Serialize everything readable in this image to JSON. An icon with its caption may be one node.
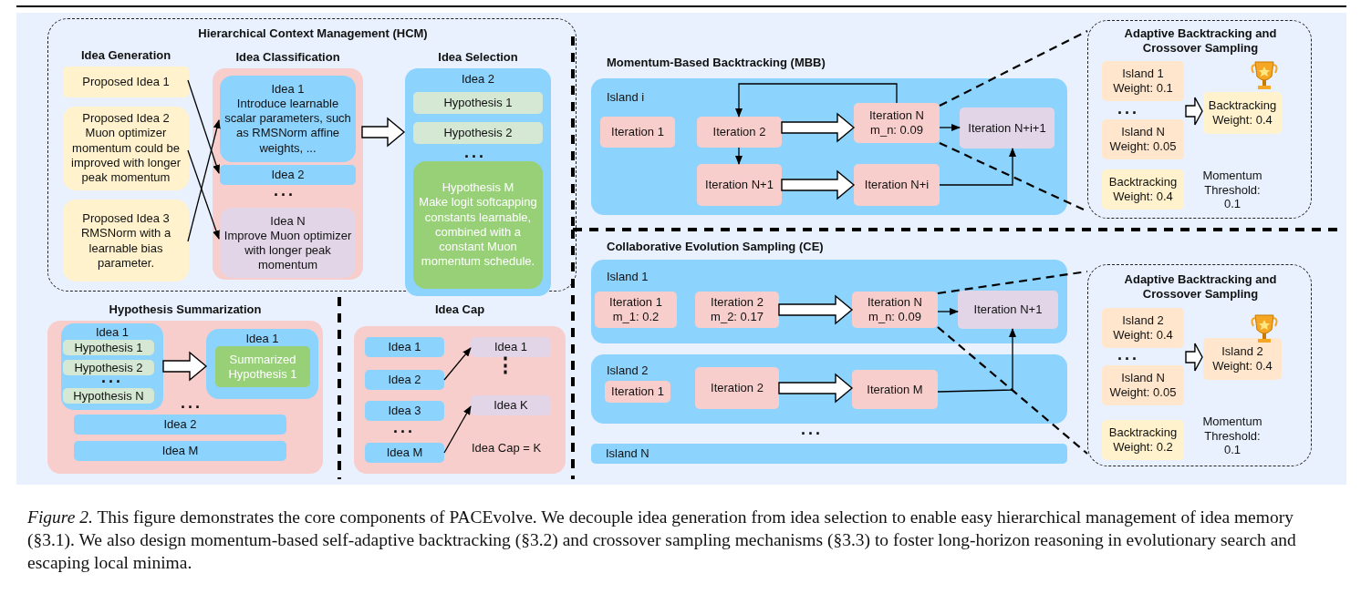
{
  "diagram": {
    "caption": "*Figure 2.* This figure demonstrates the core components of PACEvolve. We decouple idea generation from idea selection to enable easy hierarchical management of idea memory (§3.1). We also design momentum-based self-adaptive backtracking (§3.2) and crossover sampling mechanisms (§3.3) to foster long-horizon reasoning in evolutionary search and escaping local minima.",
    "nodes": [
      {
        "text": [
          "Hierarchical Context Management (HCM)"
        ]
      },
      {
        "text": [
          "Idea Generation"
        ],
        "in": 0
      },
      {
        "text": [
          "Proposed Idea 1"
        ],
        "in": 1
      },
      {
        "text": [
          "Proposed Idea 2 Muon optimizer momentum could be improved with longer peak momentum"
        ],
        "in": 1
      },
      {
        "text": [
          "Proposed Idea 3 RMSNorm with a learnable bias parameter."
        ],
        "in": 1
      },
      {
        "text": [
          "Idea Classification"
        ],
        "in": 0
      },
      {
        "text": [
          "Idea 1",
          "Introduce learnable scalar parameters, such as RMSNorm affine weights, ..."
        ],
        "in": 5
      },
      {
        "text": [
          "Idea 2"
        ],
        "in": 5
      },
      {
        "text": [
          "Idea N",
          "Improve Muon optimizer with longer peak momentum"
        ],
        "in": 5
      },
      {
        "text": [
          "Idea Selection",
          "Idea 2"
        ],
        "in": 0
      },
      {
        "text": [
          "Hypothesis 1"
        ],
        "in": 9
      },
      {
        "text": [
          "Hypothesis 2"
        ],
        "in": 9
      },
      {
        "text": [
          "Hypothesis M",
          "Make logit softcapping constants learnable, combined with a constant Muon momentum schedule."
        ],
        "in": 9
      },
      {
        "text": [
          "Hypothesis Summarization"
        ]
      },
      {
        "text": [
          "Idea 1"
        ],
        "in": 13
      },
      {
        "text": [
          "Hypothesis 1"
        ],
        "in": 14
      },
      {
        "text": [
          "Hypothesis 2"
        ],
        "in": 14
      },
      {
        "text": [
          "Hypothesis N"
        ],
        "in": 14
      },
      {
        "text": [
          "Idea 1"
        ],
        "in": 13
      },
      {
        "text": [
          "Summarized Hypothesis 1"
        ],
        "in": 18
      },
      {
        "text": [
          "Idea 2"
        ],
        "in": 13
      },
      {
        "text": [
          "Idea M"
        ],
        "in": 13
      },
      {
        "text": [
          "Idea Cap",
          "Idea Cap = K"
        ]
      },
      {
        "text": [
          "Idea 1"
        ],
        "in": 22
      },
      {
        "text": [
          "Idea 2"
        ],
        "in": 22
      },
      {
        "text": [
          "Idea 3"
        ],
        "in": 22
      },
      {
        "text": [
          "Idea M"
        ],
        "in": 22
      },
      {
        "text": [
          "Idea 1"
        ],
        "in": 22
      },
      {
        "text": [
          "Idea K"
        ],
        "in": 22
      },
      {
        "text": [
          "Momentum-Based Backtracking (MBB)",
          "Island i"
        ]
      },
      {
        "text": [
          "Iteration 1"
        ],
        "in": 29
      },
      {
        "text": [
          "Iteration 2"
        ],
        "in": 29
      },
      {
        "text": [
          "Iteration N+1"
        ],
        "in": 29
      },
      {
        "text": [
          "Iteration N m_n: 0.09"
        ],
        "in": 29
      },
      {
        "text": [
          "Iteration N+i"
        ],
        "in": 29
      },
      {
        "text": [
          "Iteration N+i+1"
        ],
        "in": 29
      },
      {
        "text": [
          "Adaptive Backtracking and Crossover Sampling",
          "Momentum Threshold: 0.1"
        ]
      },
      {
        "text": [
          "Island 1 Weight: 0.1"
        ],
        "in": 36
      },
      {
        "text": [
          "Island N Weight: 0.05"
        ],
        "in": 36
      },
      {
        "text": [
          "Backtracking Weight: 0.4"
        ],
        "in": 36
      },
      {
        "text": [
          "Backtracking Weight: 0.4"
        ],
        "in": 36
      },
      {
        "text": [
          "Collaborative Evolution Sampling (CE)"
        ]
      },
      {
        "text": [
          "Island 1"
        ],
        "in": 41
      },
      {
        "text": [
          "Iteration 1 m_1: 0.2"
        ],
        "in": 42
      },
      {
        "text": [
          "Iteration 2 m_2: 0.17"
        ],
        "in": 42
      },
      {
        "text": [
          "Iteration N m_n: 0.09"
        ],
        "in": 42
      },
      {
        "text": [
          "Iteration N+1"
        ],
        "in": 42
      },
      {
        "text": [
          "Island 2"
        ],
        "in": 41
      },
      {
        "text": [
          "Iteration 1"
        ],
        "in": 47
      },
      {
        "text": [
          "Iteration 2"
        ],
        "in": 47
      },
      {
        "text": [
          "Iteration M"
        ],
        "in": 47
      },
      {
        "text": [
          "Island N"
        ],
        "in": 41
      },
      {
        "text": [
          "Adaptive Backtracking and Crossover Sampling",
          "Momentum Threshold: 0.1"
        ]
      },
      {
        "text": [
          "Island 2 Weight: 0.4"
        ],
        "in": 52
      },
      {
        "text": [
          "Island N Weight: 0.05"
        ],
        "in": 52
      },
      {
        "text": [
          "Backtracking Weight: 0.2"
        ],
        "in": 52
      },
      {
        "text": [
          "Island 2 Weight: 0.4"
        ],
        "in": 52
      }
    ],
    "edges": [
      {
        "from": 2,
        "to": 7,
        "arrow": "to"
      },
      {
        "from": 3,
        "to": 8,
        "arrow": "to"
      },
      {
        "from": 4,
        "to": 6,
        "arrow": "to"
      },
      {
        "from": 5,
        "to": 9,
        "arrow": "to",
        "style": "thick"
      },
      {
        "from": 14,
        "to": 18,
        "arrow": "to",
        "style": "thick"
      },
      {
        "from": 24,
        "to": 27,
        "arrow": "to"
      },
      {
        "from": 26,
        "to": 28,
        "arrow": "to"
      },
      {
        "from": 33,
        "to": 31,
        "arrow": "to"
      },
      {
        "from": 31,
        "to": 32,
        "arrow": "to"
      },
      {
        "from": 31,
        "to": 33,
        "arrow": "to",
        "style": "thick"
      },
      {
        "from": 32,
        "to": 34,
        "arrow": "to",
        "style": "thick"
      },
      {
        "from": 33,
        "to": 35,
        "arrow": "to"
      },
      {
        "from": 34,
        "to": 35,
        "arrow": "to"
      },
      {
        "from": 33,
        "to": 36,
        "arrow": "none",
        "style": "dashed"
      },
      {
        "from": 33,
        "to": 36,
        "arrow": "none",
        "style": "dashed"
      },
      {
        "from": null,
        "to": 40,
        "arrow": "to",
        "style": "thick"
      },
      {
        "from": 44,
        "to": 45,
        "arrow": "to",
        "style": "thick"
      },
      {
        "from": 45,
        "to": 46,
        "arrow": "to"
      },
      {
        "from": 49,
        "to": 50,
        "arrow": "to",
        "style": "thick"
      },
      {
        "from": 50,
        "to": 46,
        "arrow": "to"
      },
      {
        "from": 45,
        "to": 52,
        "arrow": "none",
        "style": "dashed"
      },
      {
        "from": 45,
        "to": 52,
        "arrow": "none",
        "style": "dashed"
      },
      {
        "from": null,
        "to": 56,
        "arrow": "to",
        "style": "thick"
      }
    ],
    "labels": [
      "...",
      "...",
      "...",
      "...",
      "⋮",
      "...",
      "...",
      "...",
      "..."
    ]
  }
}
